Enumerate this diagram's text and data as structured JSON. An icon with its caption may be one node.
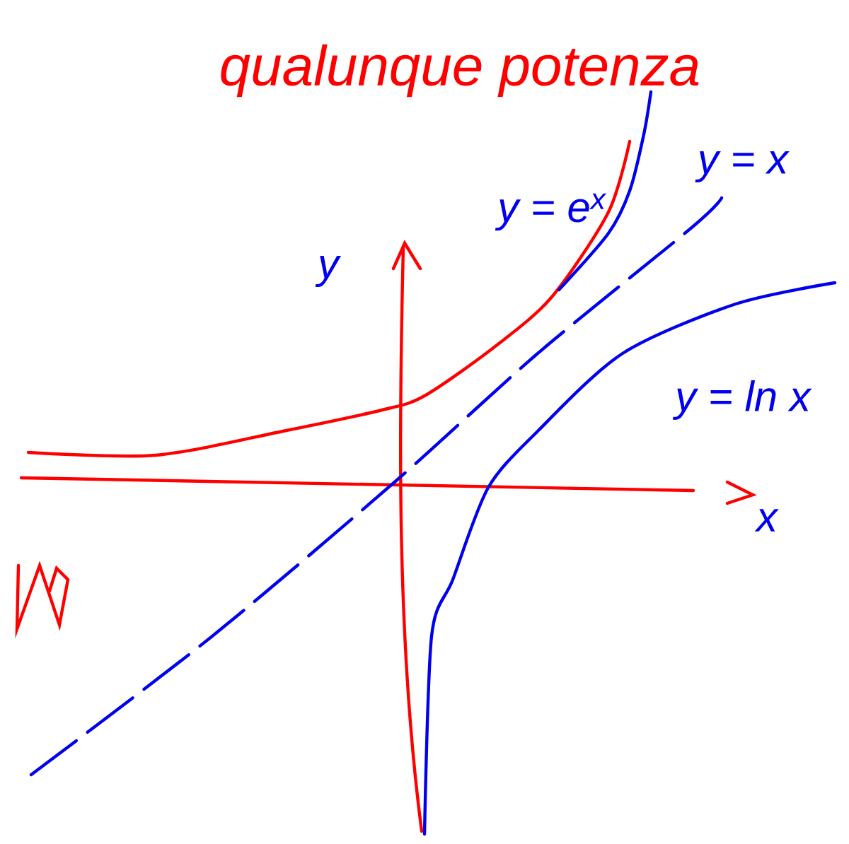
{
  "diagram": {
    "title": "qualunque potenza",
    "labels": [
      "y",
      "x",
      "y = e$^{x}$",
      "y = x",
      "y = ln x"
    ]
  }
}
